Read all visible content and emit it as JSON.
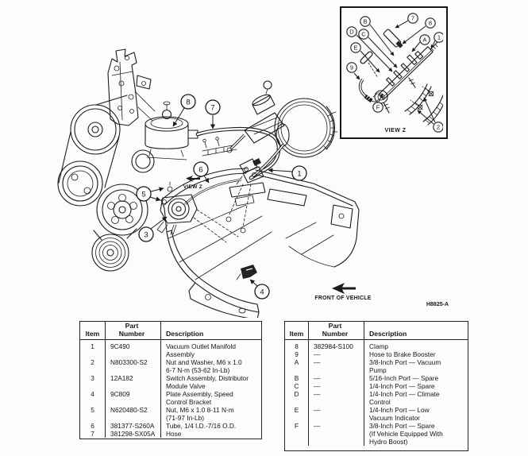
{
  "figure": {
    "drawing_number": "H8825-A",
    "front_of_vehicle": "FRONT OF VEHICLE",
    "view_z_main": "VIEW Z",
    "view_z_inset": "VIEW Z",
    "callouts_main": {
      "c1": "1",
      "c3": "3",
      "c4": "4",
      "c5": "5",
      "c6": "6",
      "c7": "7",
      "c8": "8"
    },
    "callouts_inset": {
      "B": "B",
      "n7": "7",
      "n8": "8",
      "D": "D",
      "C": "C",
      "A": "A",
      "n1": "1",
      "E": "E",
      "n9": "9",
      "F": "F",
      "n2": "2"
    }
  },
  "left_table": {
    "headers": {
      "item": "Item",
      "part1": "Part",
      "part2": "Number",
      "description": "Description"
    },
    "rows": [
      {
        "item": "1",
        "part": "9C490",
        "desc": "Vacuum Outlet Manifold\nAssembly"
      },
      {
        "item": "2",
        "part": "N803300-S2",
        "desc": "Nut and Washer, M6 x 1.0\n6-7 N-m (53-62 In-Lb)"
      },
      {
        "item": "3",
        "part": "12A182",
        "desc": "Switch Assembly, Distributor\nModule Valve"
      },
      {
        "item": "4",
        "part": "9C809",
        "desc": "Plate Assembly, Speed\nControl Bracket"
      },
      {
        "item": "5",
        "part": "N620480-S2",
        "desc": "Nut, M6 x 1.0 8-11 N-m\n(71-97 In-Lb)"
      },
      {
        "item": "6",
        "part": "381377-S260A",
        "desc": "Tube, 1/4 I.D.-7/16 O.D."
      },
      {
        "item": "7",
        "part": "381298-SX05A",
        "desc": "Hose"
      }
    ]
  },
  "right_table": {
    "headers": {
      "item": "Item",
      "part1": "Part",
      "part2": "Number",
      "description": "Description"
    },
    "rows": [
      {
        "item": "8",
        "part": "382984-S100",
        "desc": "Clamp"
      },
      {
        "item": "9",
        "part": "—",
        "desc": "Hose to Brake Booster"
      },
      {
        "item": "A",
        "part": "—",
        "desc": "3/8-Inch Port — Vacuum\nPump"
      },
      {
        "item": "B",
        "part": "—",
        "desc": "5/16-Inch Port — Spare"
      },
      {
        "item": "C",
        "part": "—",
        "desc": "1/4-Inch Port — Spare"
      },
      {
        "item": "D",
        "part": "—",
        "desc": "1/4-Inch Port — Climate\nControl"
      },
      {
        "item": "E",
        "part": "—",
        "desc": "1/4-Inch Port — Low\nVacuum Indicator"
      },
      {
        "item": "F",
        "part": "—",
        "desc": "3/8-Inch Port — Spare\n(If Vehicle Equipped With\nHydro Boost)"
      }
    ]
  }
}
